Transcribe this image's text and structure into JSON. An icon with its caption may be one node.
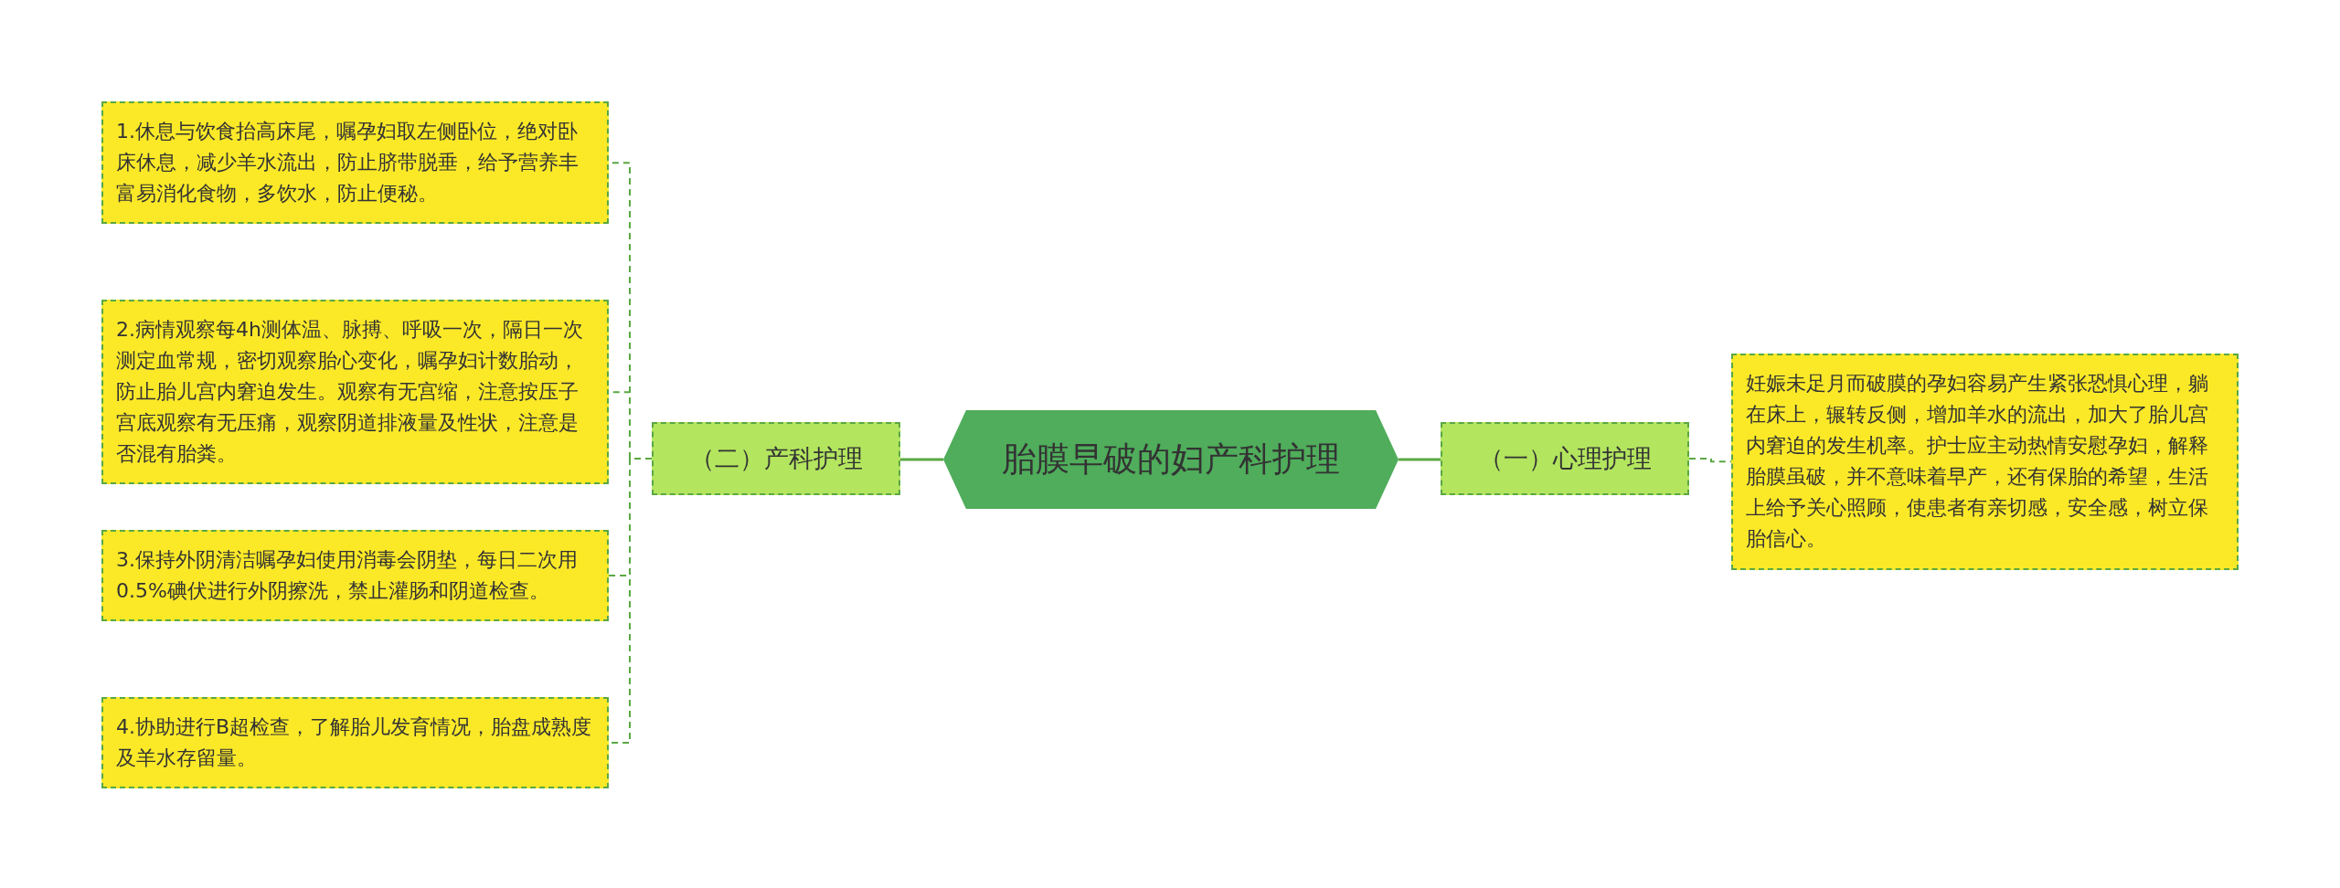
{
  "diagram": {
    "nodes": [
      {
        "text": [
          "胎膜早破的妇产科护理"
        ]
      },
      {
        "text": [
          "（二）产科护理"
        ]
      },
      {
        "text": [
          "1.休息与饮食抬高床尾，嘱孕妇取左侧卧位，绝对卧床休息，减少羊水流出，防止脐带脱垂，给予营养丰富易消化食物，多饮水，防止便秘。"
        ]
      },
      {
        "text": [
          "2.病情观察每4h测体温、脉搏、呼吸一次，隔日一次测定血常规，密切观察胎心变化，嘱孕妇计数胎动，防止胎儿宫内窘迫发生。观察有无宫缩，注意按压子宫底观察有无压痛，观察阴道排液量及性状，注意是否混有胎粪。"
        ]
      },
      {
        "text": [
          "3.保持外阴清洁嘱孕妇使用消毒会阴垫，每日二次用0.5%碘伏进行外阴擦洗，禁止灌肠和阴道检查。"
        ]
      },
      {
        "text": [
          "4.协助进行B超检查，了解胎儿发育情况，胎盘成熟度及羊水存留量。"
        ]
      },
      {
        "text": [
          "（一）心理护理"
        ]
      },
      {
        "text": [
          "妊娠未足月而破膜的孕妇容易产生紧张恐惧心理，躺在床上，辗转反侧，增加羊水的流出，加大了胎儿宫内窘迫的发生机率。护士应主动热情安慰孕妇，解释胎膜虽破，并不意味着早产，还有保胎的希望，生活上给予关心照顾，使患者有亲切感，安全感，树立保胎信心。"
        ]
      }
    ],
    "edges": [
      {
        "from": 0,
        "to": 1,
        "arrow": "none"
      },
      {
        "from": 1,
        "to": 2,
        "arrow": "none",
        "style": "dashed"
      },
      {
        "from": 1,
        "to": 3,
        "arrow": "none",
        "style": "dashed"
      },
      {
        "from": 1,
        "to": 4,
        "arrow": "none",
        "style": "dashed"
      },
      {
        "from": 1,
        "to": 5,
        "arrow": "none",
        "style": "dashed"
      },
      {
        "from": 0,
        "to": 6,
        "arrow": "none"
      },
      {
        "from": 6,
        "to": 7,
        "arrow": "none",
        "style": "dashed"
      }
    ]
  }
}
